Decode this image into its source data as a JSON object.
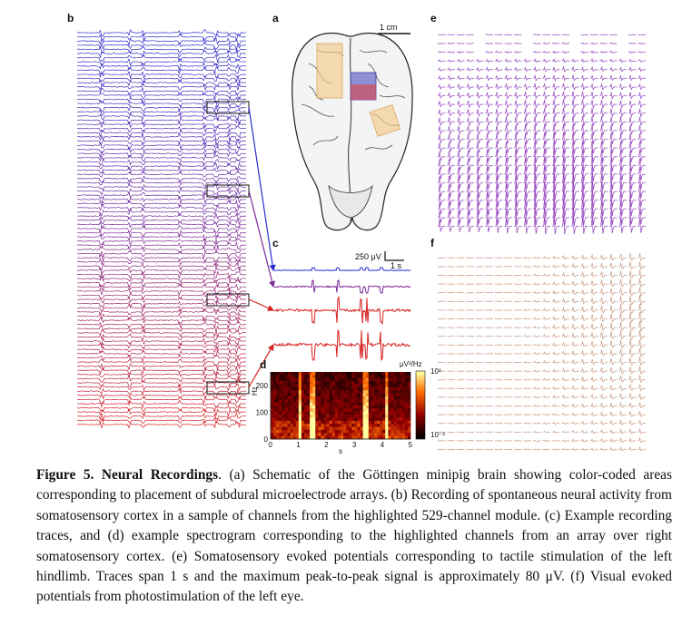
{
  "panels": {
    "a": "a",
    "b": "b",
    "c": "c",
    "d": "d",
    "e": "e",
    "f": "f"
  },
  "scale_bars": {
    "brain": "1 cm",
    "amplitude": "250 μV",
    "time": "1 s"
  },
  "spectrogram": {
    "xlabel": "s",
    "ylabel": "Hz",
    "x_ticks": [
      "0",
      "1",
      "2",
      "3",
      "4",
      "5"
    ],
    "y_ticks": [
      "0",
      "100",
      "200"
    ],
    "colorbar_unit": "μV²/Hz",
    "colorbar_max": "10²",
    "colorbar_min": "10⁻³",
    "high_power_times": [
      1.0,
      1.5,
      3.4,
      4.2
    ]
  },
  "colors": {
    "trace_top": "#2c2ccf",
    "trace_mid": "#7a2a9a",
    "trace_bottom": "#d62020",
    "evoked_e": "#9a4fc2",
    "evoked_f": "#c89e86",
    "brain_orange": "#f2c98c",
    "brain_blue": "#5a5ac8",
    "brain_red": "#d0505a"
  },
  "caption": {
    "title": "Figure 5. Neural Recordings",
    "body": ". (a) Schematic of the Göttingen minipig brain showing color-coded areas corresponding to placement of subdural microelectrode arrays. (b) Recording of spontaneous neural activity from somatosensory cortex in a sample of channels from the highlighted 529-channel module. (c) Example recording traces, and (d) example spectrogram corresponding to the highlighted channels from an array over right somatosensory cortex. (e) Somatosensory evoked potentials corresponding to tactile stimulation of the left hindlimb. Traces span 1 s and the maximum peak-to-peak signal is approximately 80 μV. (f) Visual evoked potentials from photostimulation of the left eye."
  }
}
